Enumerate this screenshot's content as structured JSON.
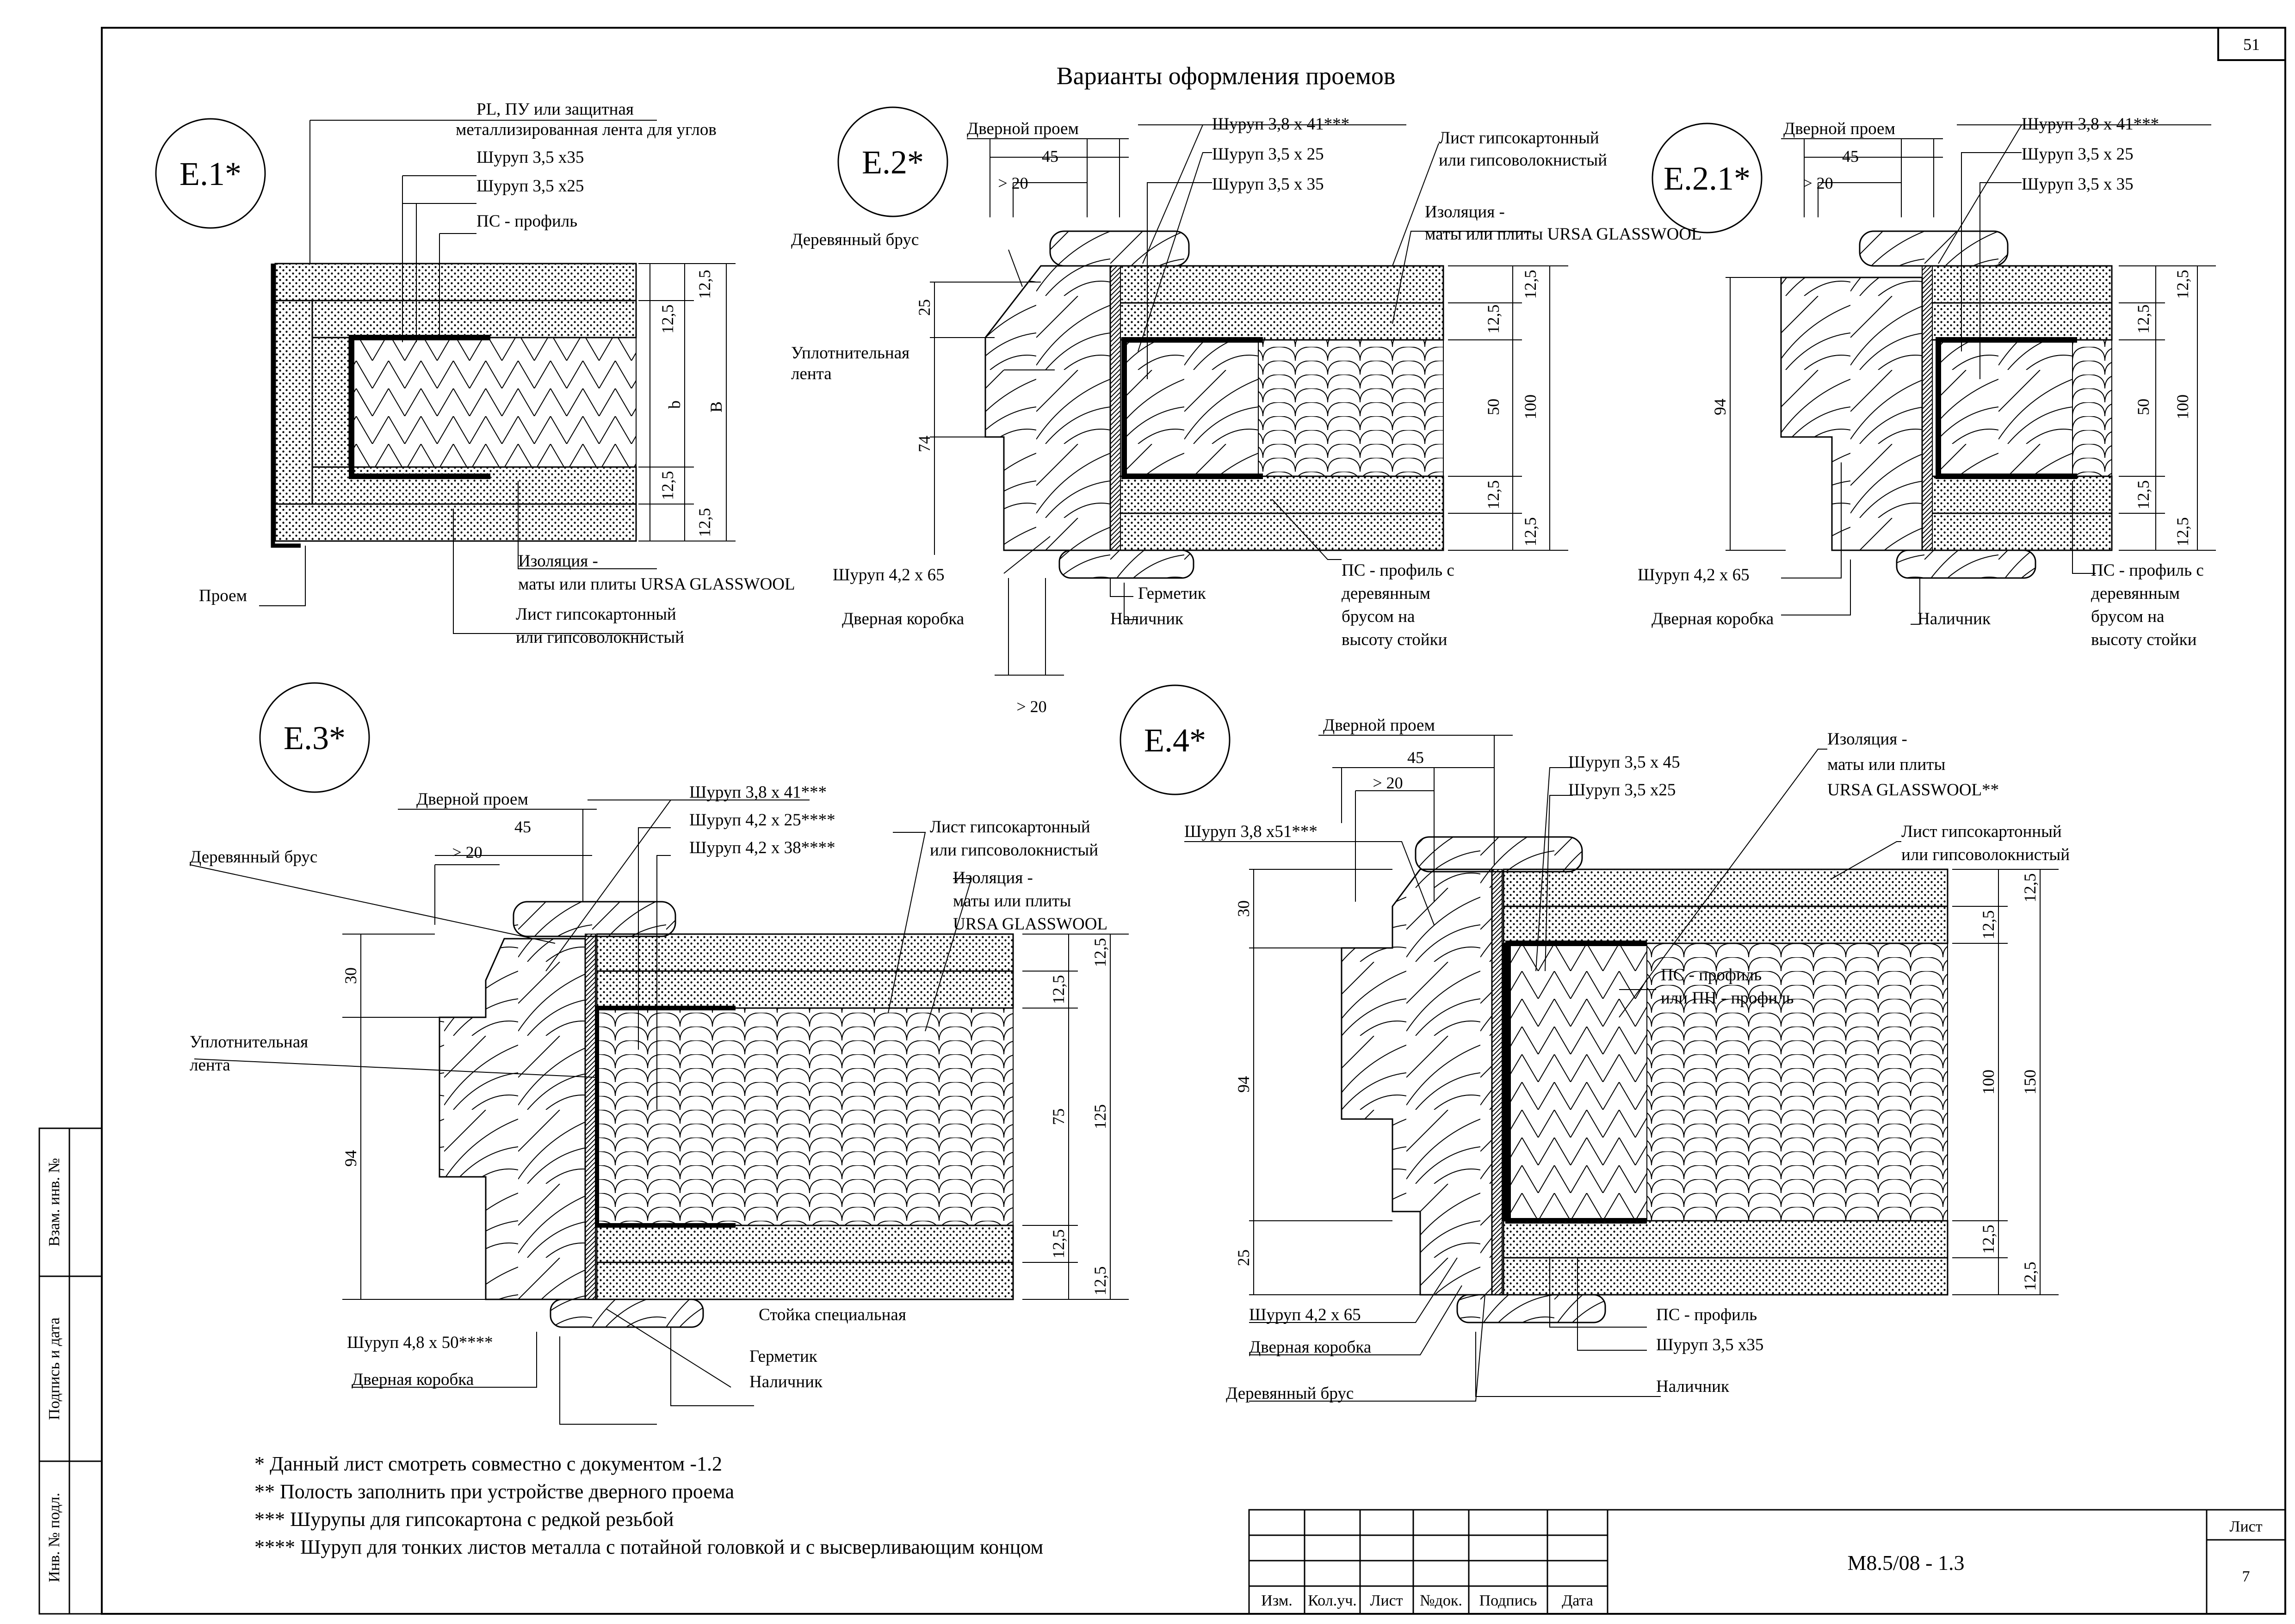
{
  "sheet_number": "51",
  "title": "Варианты оформления проемов",
  "details": [
    {
      "id": "E.1*",
      "labels": {
        "tape": "PL, ПУ или защитная",
        "tape2": "металлизированная лента для углов",
        "screw1": "Шуруп 3,5 х35",
        "screw2": "Шуруп 3,5 х25",
        "profile": "ПС - профиль",
        "insulation": "Изоляция -",
        "insulation2": "маты или плиты URSA GLASSWOOL",
        "sheet": "Лист гипсокартонный",
        "sheet2": "или гипсоволокнистый",
        "opening": "Проем"
      },
      "dims": {
        "d1": "12,5",
        "d2": "12,5",
        "d3": "b",
        "d4": "В",
        "d5": "12,5",
        "d6": "12,5"
      }
    },
    {
      "id": "E.2*",
      "labels": {
        "door_opening": "Дверной проем",
        "screw_top": "Шуруп 3,8 х 41***",
        "screw_mid": "Шуруп 3,5 х 25",
        "screw_low": "Шуруп 3,5 х 35",
        "sheet": "Лист гипсокартонный",
        "sheet2": "или гипсоволокнистый",
        "insulation": "Изоляция -",
        "insulation2": "маты или плиты URSA GLASSWOOL",
        "timber": "Деревянный брус",
        "seal": "Уплотнительная",
        "seal2": "лента",
        "screw_frame": "Шуруп 4,2 х 65",
        "door_frame": "Дверная коробка",
        "sealant": "Герметик",
        "trim": "Наличник",
        "profile": "ПС - профиль с",
        "profile2": "деревянным",
        "profile3": "брусом на",
        "profile4": "высоту стойки"
      },
      "dims": {
        "w45": "45",
        "gt20": "> 20",
        "h25": "25",
        "h74": "74",
        "b20": "> 20",
        "r1": "12,5",
        "r2": "12,5",
        "r3": "50",
        "r4": "100",
        "r5": "12,5",
        "r6": "12,5"
      }
    },
    {
      "id": "E.2.1*",
      "labels": {
        "door_opening": "Дверной проем",
        "screw_top": "Шуруп 3,8 х 41***",
        "screw_mid": "Шуруп 3,5 х 25",
        "screw_low": "Шуруп 3,5 х 35",
        "screw_frame": "Шуруп 4,2 х 65",
        "door_frame": "Дверная коробка",
        "trim": "Наличник",
        "profile": "ПС - профиль с",
        "profile2": "деревянным",
        "profile3": "брусом на",
        "profile4": "высоту стойки"
      },
      "dims": {
        "w45": "45",
        "gt20": "> 20",
        "h94": "94",
        "r1": "12,5",
        "r2": "12,5",
        "r3": "50",
        "r4": "100",
        "r5": "12,5",
        "r6": "12,5"
      }
    },
    {
      "id": "E.3*",
      "labels": {
        "door_opening": "Дверной проем",
        "screw_top": "Шуруп 3,8 х 41***",
        "screw_mid": "Шуруп 4,2 х 25****",
        "screw_low": "Шуруп 4,2 х 38****",
        "sheet": "Лист гипсокартонный",
        "sheet2": "или гипсоволокнистый",
        "insulation": "Изоляция -",
        "insulation2": "маты или плиты",
        "insulation3": "URSA GLASSWOOL",
        "timber": "Деревянный брус",
        "seal": "Уплотнительная",
        "seal2": "лента",
        "special": "Стойка специальная",
        "screw_frame": "Шуруп 4,8 х 50****",
        "sealant": "Герметик",
        "door_frame": "Дверная коробка",
        "trim": "Наличник"
      },
      "dims": {
        "w45": "45",
        "gt20": "> 20",
        "h30": "30",
        "h94": "94",
        "r1": "12,5",
        "r2": "12,5",
        "r3": "75",
        "r4": "125",
        "r5": "12,5",
        "r6": "12,5"
      }
    },
    {
      "id": "E.4*",
      "labels": {
        "door_opening": "Дверной проем",
        "screw_a": "Шуруп 3,5 х 45",
        "screw_b": "Шуруп 3,5 х25",
        "screw_top": "Шуруп 3,8 х51***",
        "insulation": "Изоляция -",
        "insulation2": "маты или плиты",
        "insulation3": "URSA GLASSWOOL**",
        "sheet": "Лист гипсокартонный",
        "sheet2": "или гипсоволокнистый",
        "profile": "ПС - профиль",
        "profile2": "или ПН - профиль",
        "screw_frame": "Шуруп 4,2 х 65",
        "door_frame": "Дверная коробка",
        "timber": "Деревянный брус",
        "profile_b": "ПС - профиль",
        "screw_c": "Шуруп 3,5 х35",
        "trim": "Наличник"
      },
      "dims": {
        "w45": "45",
        "gt20": "> 20",
        "h30": "30",
        "h94": "94",
        "h25": "25",
        "r1": "12,5",
        "r2": "12,5",
        "r3": "100",
        "r4": "150",
        "r5": "12,5",
        "r6": "12,5"
      }
    }
  ],
  "notes": [
    "*    Данный лист смотреть совместно с документом -1.2",
    "**   Полость заполнить при устройстве дверного проема",
    "*** Шурупы для гипсокартона с редкой резьбой",
    "**** Шуруп  для тонких листов металла с потайной головкой и с высверливающим концом"
  ],
  "side_stamp": [
    "Взам. инв. №",
    "Подпись и дата",
    "Инв. № подл."
  ],
  "title_block": {
    "headers": [
      "Изм.",
      "Кол.уч.",
      "Лист",
      "№док.",
      "Подпись",
      "Дата"
    ],
    "code": "М8.5/08 - 1.3",
    "sheet_label": "Лист",
    "sheet_no": "7"
  }
}
